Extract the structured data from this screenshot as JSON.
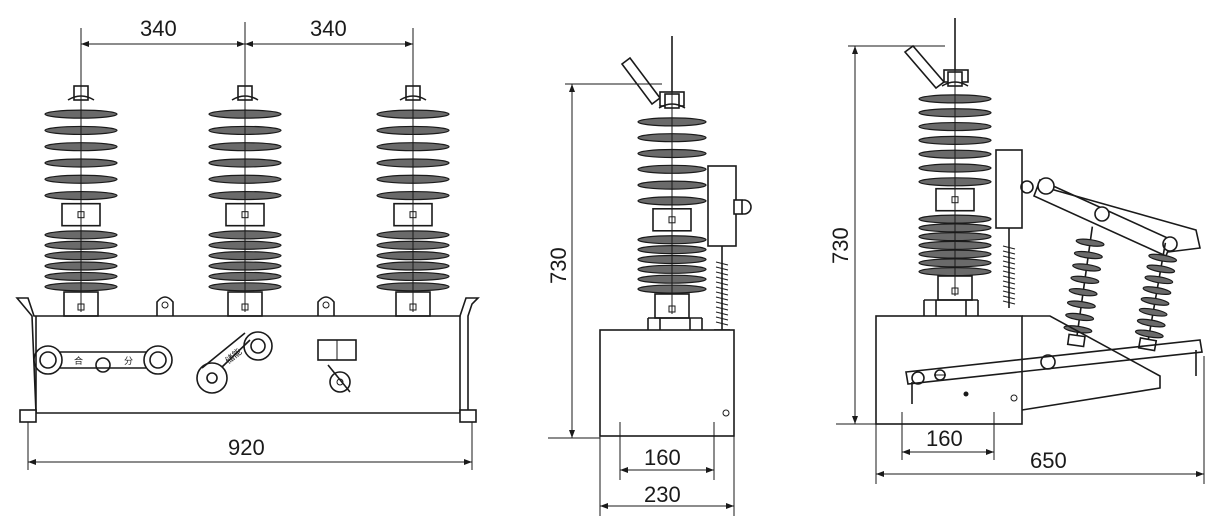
{
  "front_view": {
    "dim_spacing_left": "340",
    "dim_spacing_right": "340",
    "dim_width": "920",
    "panel_label_close": "合",
    "panel_label_open": "分",
    "handle_label": "储能"
  },
  "side_view": {
    "dim_height": "730",
    "dim_inner_width": "160",
    "dim_outer_width": "230"
  },
  "side_view_with_isolator": {
    "dim_height": "730",
    "dim_inner_width": "160",
    "dim_total_width": "650"
  },
  "colors": {
    "line": "#1a1a1a",
    "insulator_fill": "#6a6a6a",
    "background": "#ffffff"
  }
}
